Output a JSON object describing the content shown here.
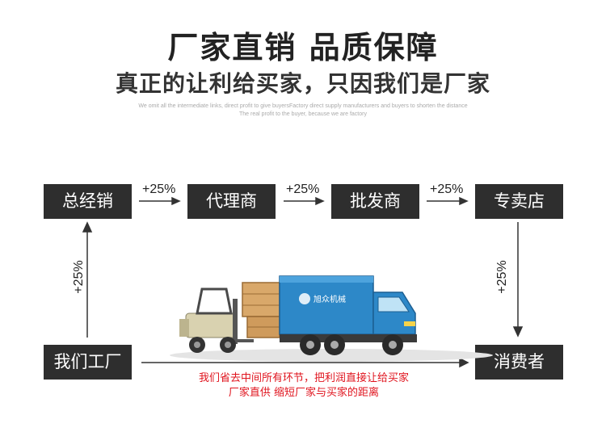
{
  "header": {
    "title": "厂家直销  品质保障",
    "subtitle": "真正的让利给买家，只因我们是厂家",
    "en_line1": "We omit all the intermediate links, direct profit to give buyersFactory direct supply manufacturers and buyers to shorten the distance",
    "en_line2": "The real profit to the buyer, because we are factory"
  },
  "flow": {
    "top_boxes": [
      "总经销",
      "代理商",
      "批发商",
      "专卖店"
    ],
    "markups": [
      "+25%",
      "+25%",
      "+25%"
    ],
    "left_markup": "+25%",
    "right_markup": "+25%",
    "factory": "我们工厂",
    "consumer": "消费者"
  },
  "truck": {
    "logo_text": "旭众机械"
  },
  "note": {
    "line1": "我们省去中间所有环节，把利润直接让给买家",
    "line2": "厂家直供 缩短厂家与买家的距离"
  },
  "colors": {
    "box": "#2e2e2e",
    "note_red": "#e0141e",
    "truck_blue": "#2d88c8"
  }
}
